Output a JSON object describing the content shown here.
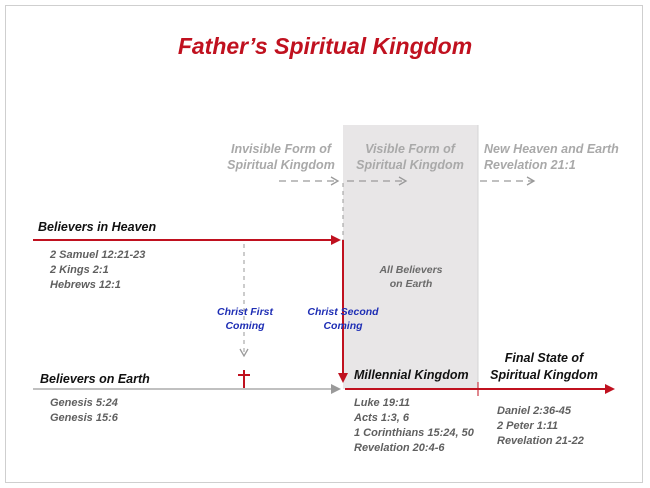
{
  "title": "Father’s Spiritual Kingdom",
  "headers": {
    "invisible": [
      "Invisible Form of",
      "Spiritual Kingdom"
    ],
    "visible": [
      "Visible Form of",
      "Spiritual Kingdom"
    ],
    "new_heaven": [
      "New Heaven and Earth",
      "Revelation 21:1"
    ]
  },
  "believers_heaven": {
    "label": "Believers in Heaven",
    "refs": [
      "2 Samuel 12:21-23",
      "2 Kings 2:1",
      "Hebrews 12:1"
    ]
  },
  "all_believers": [
    "All Believers",
    "on Earth"
  ],
  "christ_first": [
    "Christ First",
    "Coming"
  ],
  "christ_second": [
    "Christ Second",
    "Coming"
  ],
  "believers_earth": {
    "label": "Believers on Earth",
    "refs": [
      "Genesis 5:24",
      "Genesis 15:6"
    ]
  },
  "millennial": {
    "label": "Millennial Kingdom",
    "refs": [
      "Luke 19:11",
      "Acts 1:3, 6",
      "1 Corinthians 15:24, 50",
      "Revelation 20:4-6"
    ]
  },
  "final_state": {
    "label": [
      "Final State of",
      "Spiritual Kingdom"
    ],
    "refs": [
      "Daniel 2:36-45",
      "2 Peter 1:11",
      "Revelation 21-22"
    ]
  },
  "colors": {
    "title": "#c0111f",
    "arrow_red": "#c0111f",
    "arrow_gray": "#9a9a9a",
    "shade": "#e8e6e7",
    "blue_text": "#1f2fb5"
  },
  "icons": {
    "cross": "cross-icon"
  }
}
